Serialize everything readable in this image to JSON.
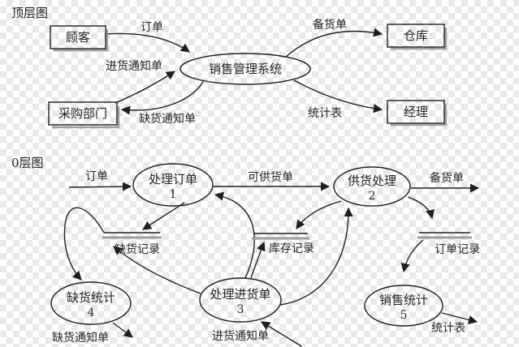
{
  "page": {
    "checker_light": "#ffffff",
    "checker_dark": "#e9e9e9",
    "line_color": "#1f1f1f",
    "shadow_color": "#9f9f9f"
  },
  "top": {
    "title": "顶层图",
    "process": "销售管理系统",
    "entities": {
      "customer": "顾客",
      "purchasing_dept": "采购部门",
      "warehouse": "仓库",
      "manager": "经理"
    },
    "flows": {
      "order": "订单",
      "purchase_notice": "进货通知单",
      "shortage_notice": "缺货通知单",
      "stock_list": "备货单",
      "stats_table": "统计表"
    }
  },
  "level0": {
    "title": "0层图",
    "processes": [
      {
        "name": "处理订单",
        "number": "1"
      },
      {
        "name": "供货处理",
        "number": "2"
      },
      {
        "name": "处理进货单",
        "number": "3"
      },
      {
        "name": "缺货统计",
        "number": "4"
      },
      {
        "name": "销售统计",
        "number": "5"
      }
    ],
    "stores": [
      {
        "name": "缺货记录"
      },
      {
        "name": "库存记录"
      },
      {
        "name": "订单记录"
      }
    ],
    "flows": {
      "order": "订单",
      "available_list": "可供货单",
      "stock_list": "备货单",
      "shortage_notice": "缺货通知单",
      "purchase_notice": "进货通知单",
      "stats_table": "统计表"
    }
  }
}
